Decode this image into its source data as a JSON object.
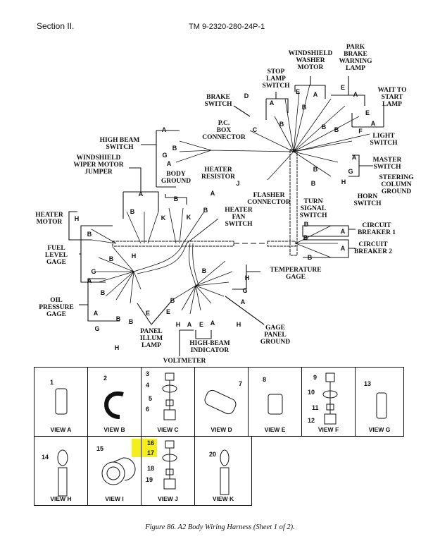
{
  "header": {
    "section": "Section II.",
    "tm_number": "TM 9-2320-280-24P-1"
  },
  "labels": {
    "washer": "WINDSHIELD\nWASHER\nMOTOR",
    "park": "PARK\nBRAKE\nWARNING\nLAMP",
    "stop": "STOP\nLAMP\nSWITCH",
    "brake": "BRAKE\nSWITCH",
    "wait": "WAIT TO START\nLAMP",
    "pcbox": "P.C.\nBOX\nCONNECTOR",
    "light": "LIGHT\nSWITCH",
    "highbeam": "HIGH BEAM\nSWITCH",
    "wiper": "WINDSHIELD\nWIPER MOTOR\nJUMPER",
    "master": "MASTER\nSWITCH",
    "body": "BODY\nGROUND",
    "resistor": "HEATER\nRESISTOR",
    "steering": "STEERING\nCOLUMN\nGROUND",
    "flasher": "FLASHER\nCONNECTOR",
    "horn": "HORN\nSWITCH",
    "turn": "TURN\nSIGNAL\nSWITCH",
    "hmotor": "HEATER\nMOTOR",
    "fan": "HEATER\nFAN\nSWITCH",
    "cb1": "CIRCUIT\nBREAKER 1",
    "cb2": "CIRCUIT\nBREAKER 2",
    "fuel": "FUEL\nLEVEL\nGAGE",
    "temp": "TEMPERATURE\nGAGE",
    "oil": "OIL\nPRESSURE\nGAGE",
    "panel": "PANEL\nILLUM\nLAMP",
    "hbind": "HIGH-BEAM\nINDICATOR",
    "gpg": "GAGE\nPANEL\nGROUND",
    "volt": "VOLTMETER"
  },
  "letters": [
    "D",
    "A",
    "B",
    "E",
    "B",
    "A",
    "E",
    "B",
    "A",
    "E",
    "A",
    "B",
    "C",
    "F",
    "A",
    "B",
    "G",
    "A",
    "B",
    "G",
    "A",
    "B",
    "H",
    "J",
    "K",
    "B",
    "K",
    "A",
    "B",
    "A",
    "B",
    "B",
    "H",
    "B",
    "H",
    "B",
    "G",
    "A",
    "B",
    "A",
    "G",
    "B",
    "B",
    "E",
    "H",
    "B",
    "H",
    "G",
    "A",
    "H",
    "E",
    "B",
    "H",
    "A",
    "E",
    "A",
    "A",
    "B",
    "A",
    "B"
  ],
  "views": [
    {
      "label": "VIEW A",
      "items": [
        "1"
      ]
    },
    {
      "label": "VIEW B",
      "items": [
        "2"
      ]
    },
    {
      "label": "VIEW C",
      "items": [
        "3",
        "4",
        "5",
        "6"
      ]
    },
    {
      "label": "VIEW D",
      "items": [
        "7"
      ]
    },
    {
      "label": "VIEW E",
      "items": [
        "8"
      ]
    },
    {
      "label": "VIEW F",
      "items": [
        "9",
        "10",
        "11",
        "12"
      ]
    },
    {
      "label": "VIEW G",
      "items": [
        "13"
      ]
    },
    {
      "label": "VIEW H",
      "items": [
        "14"
      ]
    },
    {
      "label": "VIEW I",
      "items": [
        "15"
      ]
    },
    {
      "label": "VIEW J",
      "items": [
        "16",
        "17",
        "18",
        "19"
      ]
    },
    {
      "label": "VIEW K",
      "items": [
        "20"
      ]
    }
  ],
  "caption": "Figure 86.  A2 Body Wiring Harness (Sheet 1 of 2).",
  "colors": {
    "highlight": "#f4ef1a"
  }
}
